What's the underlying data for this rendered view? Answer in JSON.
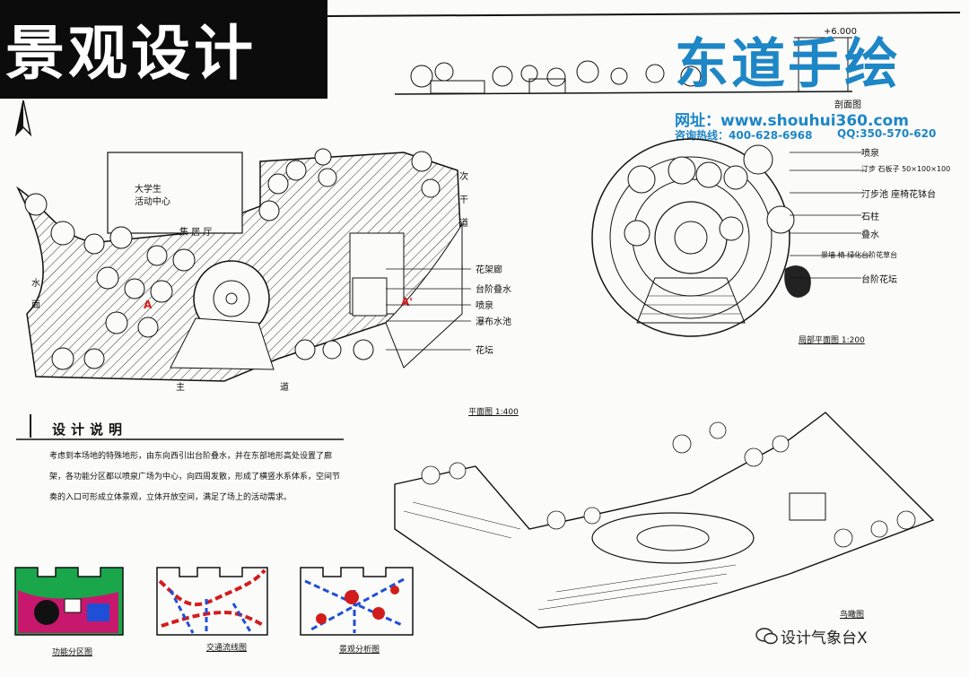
{
  "header": {
    "title": "景观设计",
    "brand": "东道手绘",
    "site_line": "网址：www.shouhui360.com",
    "hotline": "咨询热线：400-628-6968",
    "qq": "QQ:350-570-620"
  },
  "plan": {
    "activity_center": "大学生\n活动中心",
    "square_label": "集 居 厅",
    "water_side": "水\n面",
    "section_a_left": "A",
    "section_a_right": "A'",
    "road_right": "次\n干\n道",
    "road_bottom_left": "主",
    "road_bottom_right": "道",
    "callouts": [
      "花架廊",
      "台阶叠水",
      "喷泉",
      "瀑布水池",
      "花坛"
    ]
  },
  "detail": {
    "callouts": [
      "喷泉",
      "汀步 石板子 50×100×100",
      "汀步池 座椅花钵台",
      "石柱",
      "叠水",
      "景墙 椅 绿化台阶花草台",
      "台阶花坛"
    ],
    "caption": "局部平面图 1:200"
  },
  "section": {
    "elevation": "+6.000",
    "caption": "剖面图"
  },
  "aerial": {
    "plan_caption": "平面图 1:400",
    "view_caption": "鸟瞰图"
  },
  "design": {
    "title": "设计说明",
    "body": "考虑到本场地的特殊地形，由东向西引出台阶叠水，并在东部地形高处设置了廊架，各功能分区都以喷泉广场为中心，向四周发散，形成了横竖水系体系，空间节奏的入口可形成立体景观，立体开放空间，满足了场上的活动需求。"
  },
  "diagrams": [
    {
      "caption": "功能分区图"
    },
    {
      "caption": "交通流线图"
    },
    {
      "caption": "景观分析图"
    }
  ],
  "watermark": "设计气象台X",
  "colors": {
    "brand": "#1d86c6",
    "accent_red": "#d21c1c",
    "accent_blue": "#1f4fd6",
    "accent_green": "#1aa64a",
    "accent_magenta": "#c8186e"
  }
}
